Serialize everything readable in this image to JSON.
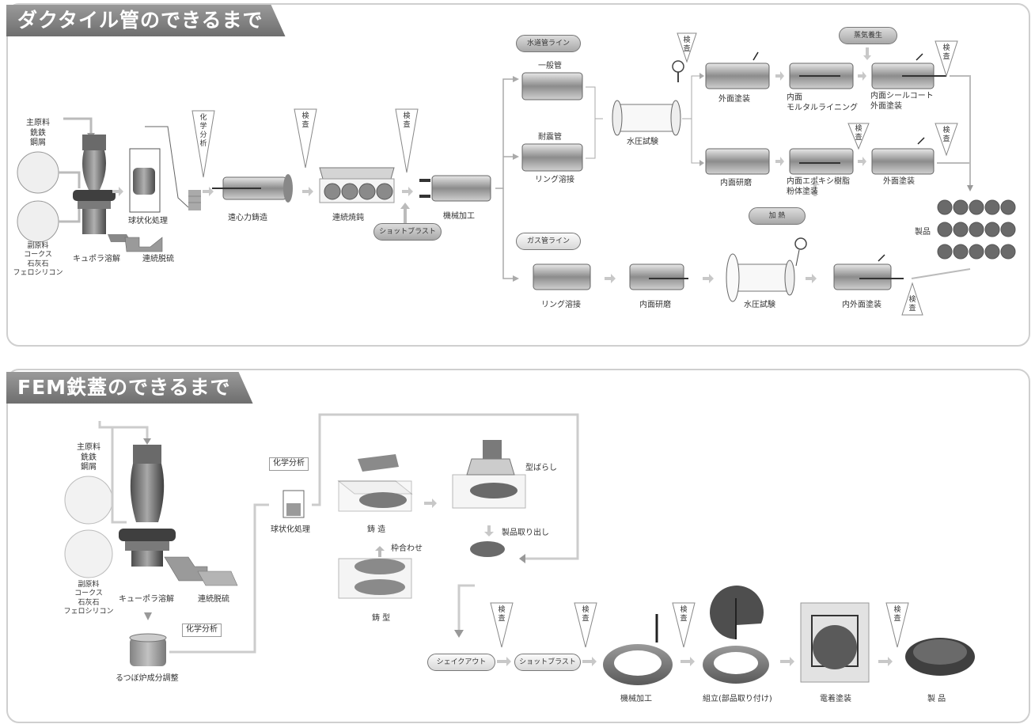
{
  "colors": {
    "frame": "#cfcfcf",
    "title_bg": "#808080",
    "pipe": "#6d6d6d",
    "arrow": "#bdbdbd",
    "circle_fill": "#efefef"
  },
  "ductile": {
    "title": "ダクタイル管のできるまで",
    "main_raw": "主原料\n銑鉄\n鋼屑",
    "sub_raw": "副原料\nコークス\n石灰石\nフェロシリコン",
    "cupola": "キュポラ溶解",
    "desulf": "連続脱硫",
    "spheroid": "球状化処理",
    "chem": "化学分析",
    "centrifugal": "遠心力鋳造",
    "anneal": "連続焼鈍",
    "shot": "ショットブラスト",
    "machining": "機械加工",
    "inspect": "検査",
    "water_line": "水道管ライン",
    "general_pipe": "一般管",
    "quake_pipe": "耐震管",
    "ring_weld": "リング溶接",
    "pressure": "水圧試験",
    "outer_coat": "外面塗装",
    "mortar": "内面\nモルタルライニング",
    "steam": "蒸気養生",
    "seal_coat": "内面シールコート\n外面塗装",
    "inner_grind": "内面研磨",
    "epoxy": "内面エポキシ樹脂\n粉体塗装",
    "heat": "加 熱",
    "outer_coat2": "外面塗装",
    "product": "製品",
    "gas_line": "ガス管ライン",
    "gas_ring": "リング溶接",
    "gas_grind": "内面研磨",
    "gas_pressure": "水圧試験",
    "gas_coat": "内外面塗装"
  },
  "fem": {
    "title": "FEM鉄蓋のできるまで",
    "main_raw": "主原料\n銑鉄\n鋼屑",
    "sub_raw": "副原料\nコークス\n石灰石\nフェロシリコン",
    "cupola": "キューポラ溶解",
    "desulf": "連続脱硫",
    "crucible": "るつぼ炉成分調整",
    "chem1": "化学分析",
    "chem2": "化学分析",
    "spheroid": "球状化処理",
    "casting": "鋳 造",
    "flask": "枠合わせ",
    "mold": "鋳 型",
    "shakeout_mold": "型ばらし",
    "takeout": "製品取り出し",
    "shakeout": "シェイクアウト",
    "shot": "ショットブラスト",
    "machining": "機械加工",
    "assembly": "組立(部品取り付け)",
    "electro": "電着塗装",
    "product": "製 品",
    "inspect": "検査"
  }
}
